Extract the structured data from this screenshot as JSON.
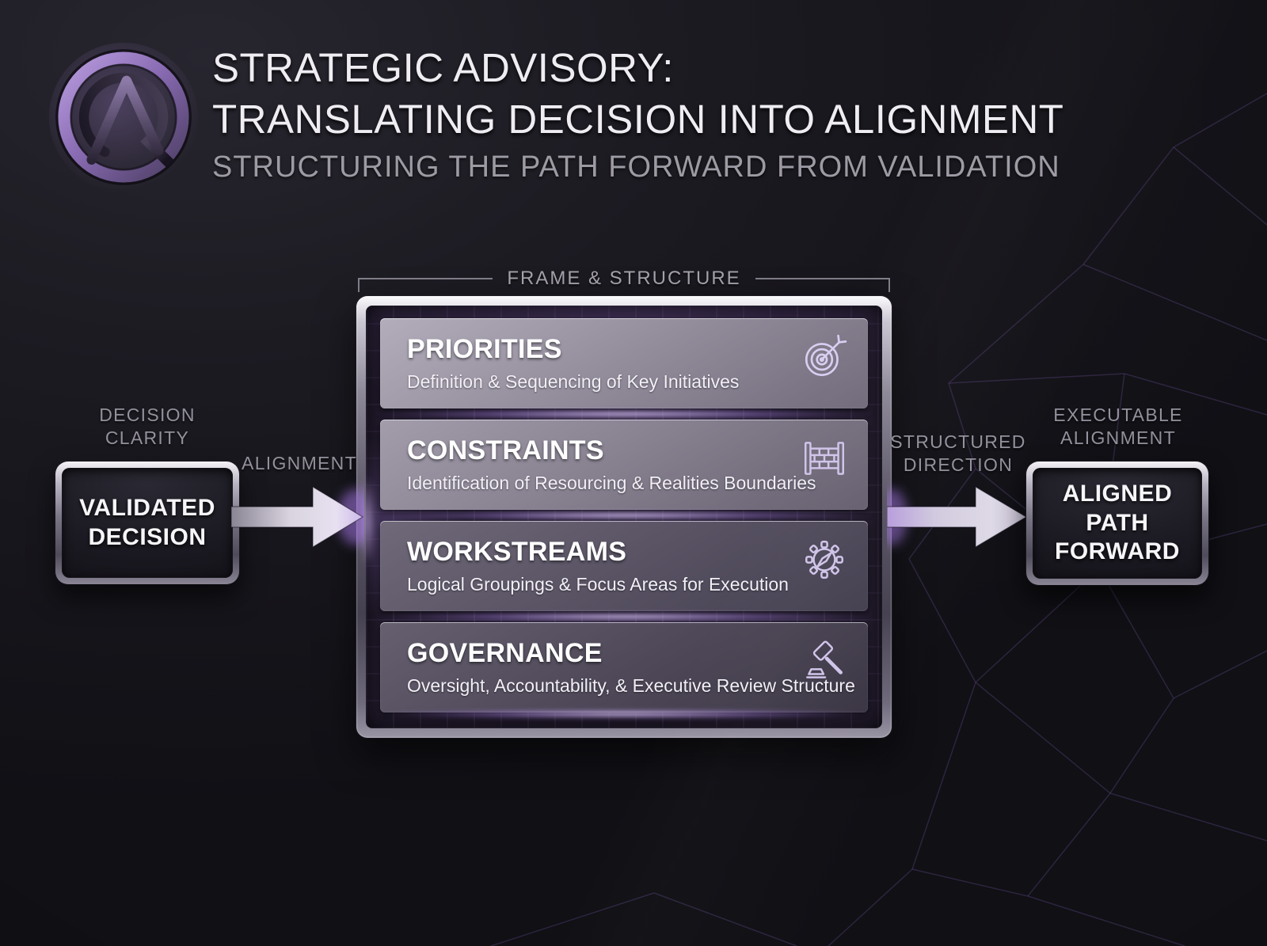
{
  "header": {
    "logo_icon": "company-monogram-logo-icon",
    "title_line1": "STRATEGIC ADVISORY:",
    "title_line2": "TRANSLATING DECISION INTO ALIGNMENT",
    "subtitle": "STRUCTURING THE PATH FORWARD FROM VALIDATION"
  },
  "flow": {
    "decision_clarity_label": "DECISION\nCLARITY",
    "validated_decision": "VALIDATED\nDECISION",
    "alignment_label": "ALIGNMENT",
    "structured_direction_label": "STRUCTURED\nDIRECTION",
    "executable_alignment_label": "EXECUTABLE\nALIGNMENT",
    "aligned_path": "ALIGNED\nPATH\nFORWARD"
  },
  "panel": {
    "header": "FRAME & STRUCTURE",
    "rows": [
      {
        "title": "PRIORITIES",
        "subtitle": "Definition & Sequencing of Key Initiatives",
        "icon": "target-arrow-icon"
      },
      {
        "title": "CONSTRAINTS",
        "subtitle": "Identification of Resourcing & Realities Boundaries",
        "icon": "brick-wall-icon"
      },
      {
        "title": "WORKSTREAMS",
        "subtitle": "Logical Groupings & Focus Areas for Execution",
        "icon": "gear-compass-icon"
      },
      {
        "title": "GOVERNANCE",
        "subtitle": "Oversight, Accountability, & Executive Review Structure",
        "icon": "gavel-icon"
      }
    ]
  },
  "colors": {
    "accent_purple": "#8b5fbf",
    "glow_lavender": "#cdb6f0",
    "frame_silver": "#b9b4c2",
    "background": "#17161c",
    "mesh_line": "#5e4780"
  }
}
